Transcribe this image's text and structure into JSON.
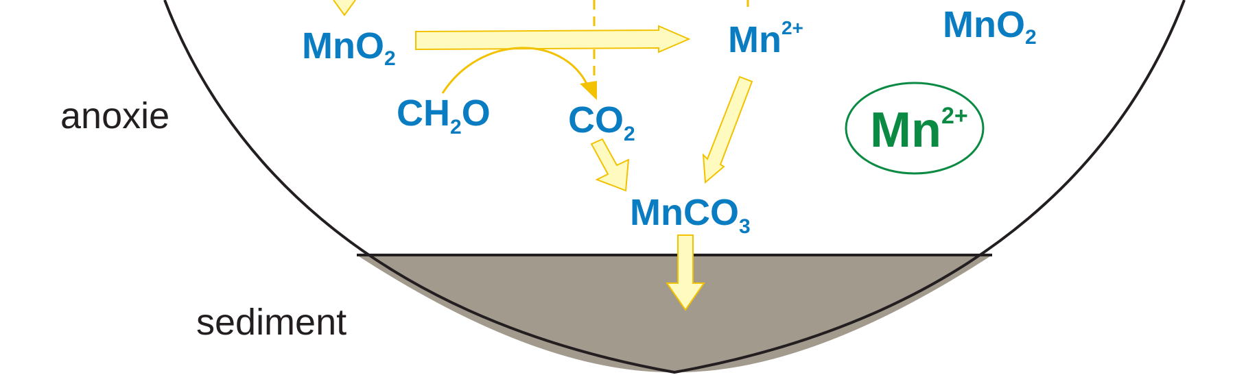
{
  "labels": {
    "anoxie": "anoxie",
    "sediment": "sediment"
  },
  "species": {
    "mno2_left": {
      "base": "MnO",
      "sub": "2"
    },
    "ch2o": {
      "pre": "CH",
      "sub": "2",
      "post": "O"
    },
    "co2": {
      "base": "CO",
      "sub": "2"
    },
    "mn2_center": {
      "base": "Mn",
      "sup": "2+"
    },
    "mnco3": {
      "base": "MnCO",
      "sub": "3"
    },
    "mno2_right": {
      "base": "MnO",
      "sub": "2"
    },
    "mn2_dissolved": {
      "base": "Mn",
      "sup": "2+"
    }
  },
  "colors": {
    "species_blue": "#0a7cc1",
    "dissolved_green": "#0a8a42",
    "arrow_fill": "#fffac0",
    "arrow_stroke": "#f2c200",
    "sediment_fill": "#a39a8e",
    "outline": "#231f20"
  }
}
